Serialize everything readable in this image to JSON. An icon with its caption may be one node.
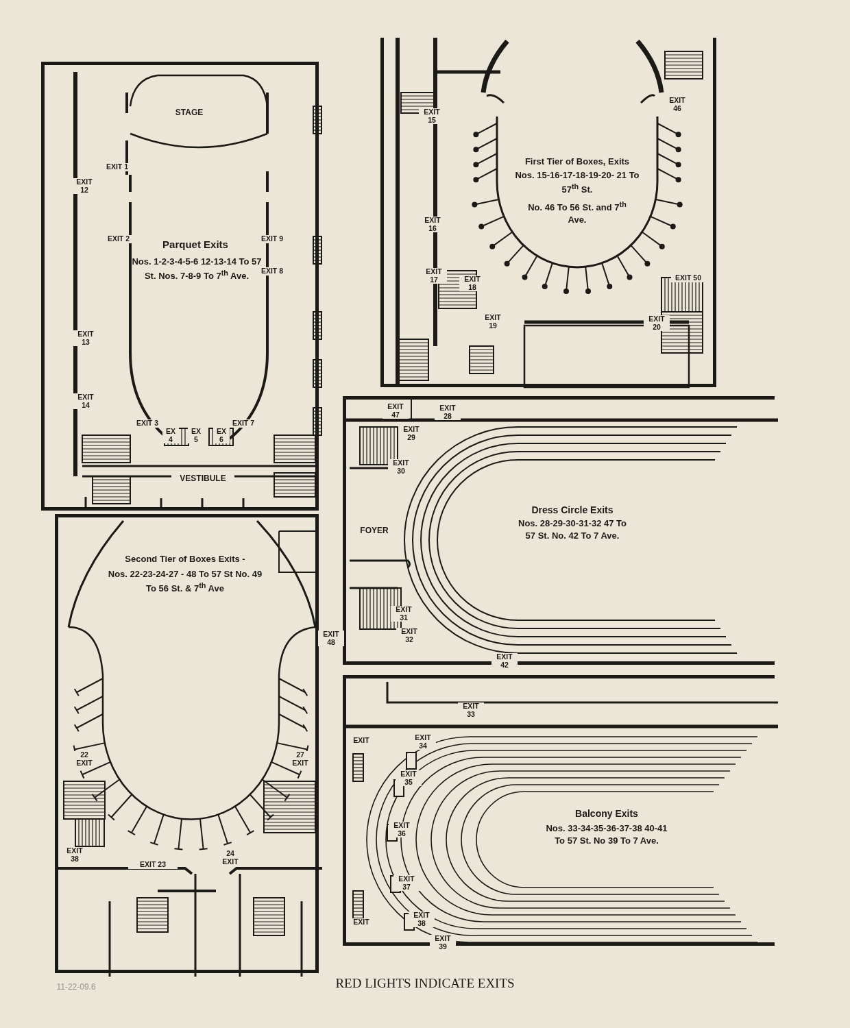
{
  "diagram": {
    "caption": "RED LIGHTS INDICATE EXITS",
    "nodes": [
      {
        "text": [
          "Parquet Exits",
          "Nos. 1-2-3-4-5-6 12-13-14 To 57 St. Nos. 7-8-9 To 7$^{th}$ Ave."
        ]
      },
      {
        "text": [
          "First Tier of Boxes, Exits",
          "Nos. 15-16-17-18-19-20- 21 To 57$^{th}$ St.",
          "No. 46 To 56 St. and 7$^{th}$ Ave."
        ]
      },
      {
        "text": [
          "Dress Circle Exits",
          "Nos. 28-29-30-31-32 47 To 57 St. No. 42 To 7 Ave."
        ]
      },
      {
        "text": [
          "Second Tier of Boxes Exits -",
          "Nos. 22-23-24-27 - 48 To 57 St No. 49 To 56 St. & 7$^{th}$ Ave"
        ]
      },
      {
        "text": [
          "Balcony Exits",
          "Nos. 33-34-35-36-37-38 40-41 To 57 St. No 39 To 7 Ave."
        ]
      }
    ],
    "labels": [
      "STAGE",
      "EXIT 1",
      "EXIT 12",
      "EXIT 2",
      "EXIT 9",
      "EXIT 8",
      "EXIT 13",
      "EXIT 14",
      "EXIT 3",
      "EX 4",
      "EX 5",
      "EX 6",
      "EXIT 7",
      "VESTIBULE",
      "EXIT 15",
      "EXIT 46",
      "EXIT 16",
      "EXIT 17",
      "EXIT 18",
      "EXIT 50",
      "EXIT 19",
      "EXIT 20",
      "EXIT 47",
      "EXIT 28",
      "EXIT 29",
      "EXIT 30",
      "FOYER",
      "EXIT 31",
      "EXIT 32",
      "EXIT 42",
      "EXIT 48",
      "22 EXIT",
      "27 EXIT",
      "EXIT 38",
      "EXIT 23",
      "24 EXIT",
      "EXIT 33",
      "EXIT",
      "EXIT 34",
      "EXIT 35",
      "EXIT 36",
      "EXIT 37",
      "EXIT 38",
      "EXIT 39",
      "EXIT",
      "11-22-09.6"
    ]
  }
}
